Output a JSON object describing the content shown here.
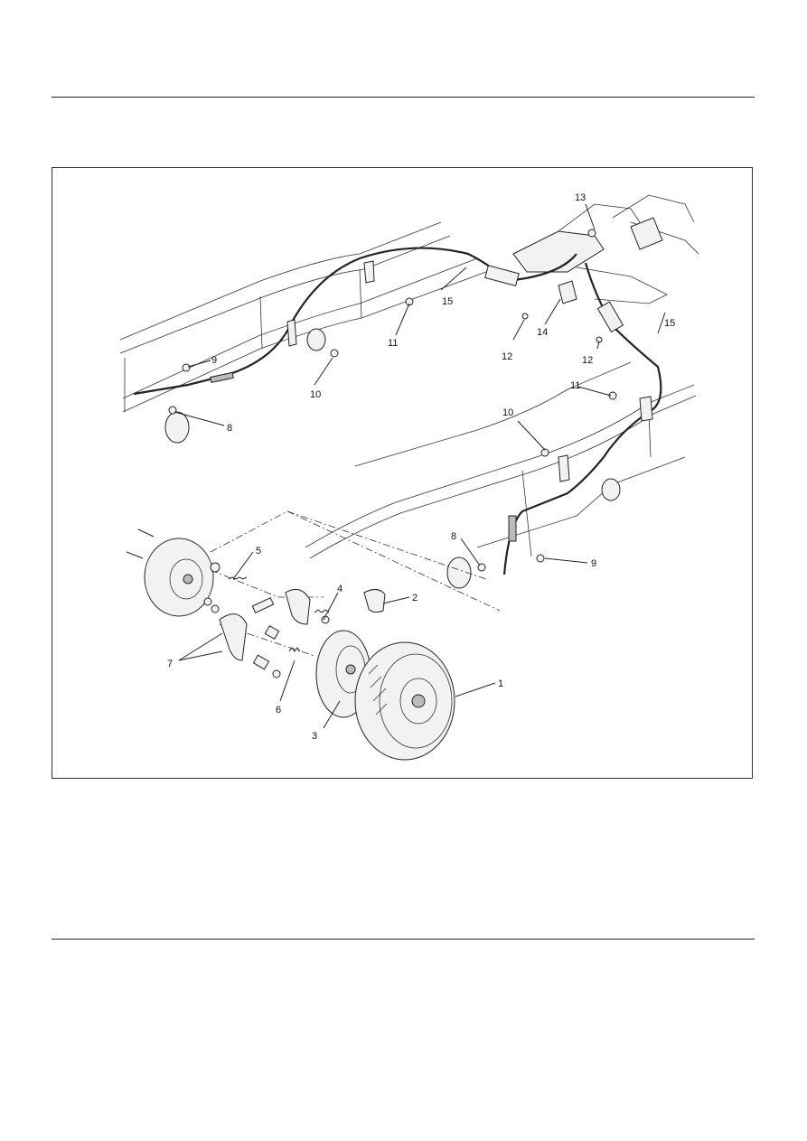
{
  "figure": {
    "callouts": [
      {
        "id": "c1",
        "text": "1"
      },
      {
        "id": "c2",
        "text": "2"
      },
      {
        "id": "c3",
        "text": "3"
      },
      {
        "id": "c4",
        "text": "4"
      },
      {
        "id": "c5",
        "text": "5"
      },
      {
        "id": "c6",
        "text": "6"
      },
      {
        "id": "c7",
        "text": "7"
      },
      {
        "id": "c8a",
        "text": "8"
      },
      {
        "id": "c8b",
        "text": "8"
      },
      {
        "id": "c9a",
        "text": "9"
      },
      {
        "id": "c9b",
        "text": "9"
      },
      {
        "id": "c10a",
        "text": "10"
      },
      {
        "id": "c10b",
        "text": "10"
      },
      {
        "id": "c11a",
        "text": "11"
      },
      {
        "id": "c11b",
        "text": "11"
      },
      {
        "id": "c12a",
        "text": "12"
      },
      {
        "id": "c12b",
        "text": "12"
      },
      {
        "id": "c13",
        "text": "13"
      },
      {
        "id": "c14",
        "text": "14"
      },
      {
        "id": "c15a",
        "text": "15"
      },
      {
        "id": "c15b",
        "text": "15"
      }
    ]
  }
}
